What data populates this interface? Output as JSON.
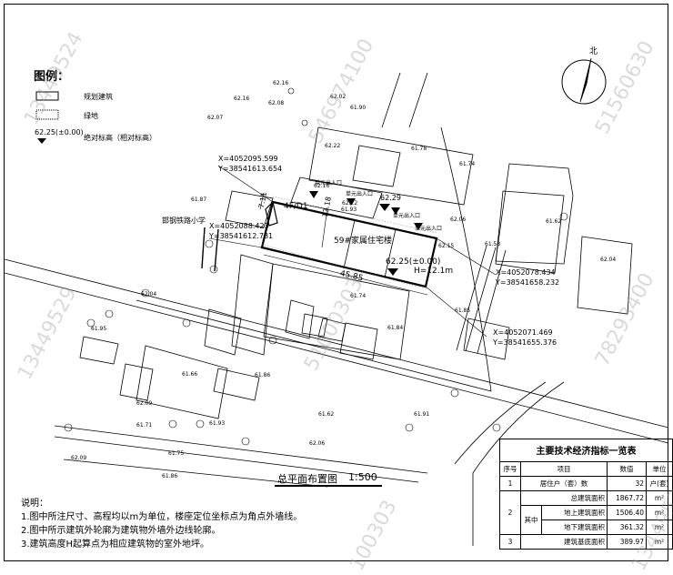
{
  "legend": {
    "title": "图例：",
    "items": [
      {
        "label": "规划建筑"
      },
      {
        "label": "绿地"
      },
      {
        "value": "62.25(±0.00)",
        "label": "绝对标高（相对标高）"
      }
    ]
  },
  "north_label": "北",
  "coords": [
    {
      "x": "X=4052095.599",
      "y": "Y=38541613.654"
    },
    {
      "x": "X=4052088.423",
      "y": "Y=38541612.781"
    },
    {
      "x": "X=4052078.434",
      "y": "Y=38541658.232"
    },
    {
      "x": "X=4052071.469",
      "y": "Y=38541655.376"
    }
  ],
  "building": {
    "name": "59#家属住宅楼",
    "floors": "4F/D1",
    "elevation_main": "62.25(±0.00)",
    "height": "H=12.1m",
    "length": "45.85",
    "width": "13.18",
    "offset": "7.11",
    "entrance_elev": "62.29",
    "school_label": "邯钢铁路小学"
  },
  "entrances": [
    "单元出入口",
    "单元出入口",
    "单元出入口",
    "单元出入口"
  ],
  "spot_elevations": [
    "62.16",
    "62.16",
    "62.07",
    "62.02",
    "61.90",
    "61.87",
    "62.04",
    "62.22",
    "61.78",
    "61.74",
    "61.84",
    "61.86",
    "61.58",
    "61.62",
    "61.91",
    "61.93",
    "62.09",
    "61.71",
    "62.06",
    "61.75",
    "62.04",
    "62.16",
    "62.15",
    "61.93",
    "62.22",
    "61.62",
    "62.09",
    "62.06",
    "61.95",
    "61.66",
    "61.74",
    "62.08",
    "61.86",
    "61.85"
  ],
  "plan_title": "总平面布置图",
  "plan_scale": "1:500",
  "notes": {
    "title": "说明：",
    "lines": [
      "1.图中所注尺寸、高程均以m为单位，楼座定位坐标点为角点外墙线。",
      "2.图中所示建筑外轮廓为建筑物外墙外边线轮廓。",
      "3.建筑高度H起算点为相应建筑物的室外地坪。"
    ]
  },
  "table": {
    "title": "主要技术经济指标一览表",
    "headers": [
      "序号",
      "项目",
      "数值",
      "单位"
    ],
    "rows": [
      {
        "no": "1",
        "item": "居住户（套）数",
        "value": "32",
        "unit": "户(套)"
      },
      {
        "no": "",
        "item": "总建筑面积",
        "value": "1867.72",
        "unit": "m²"
      },
      {
        "no": "2",
        "group": "其中",
        "item": "地上建筑面积",
        "value": "1506.40",
        "unit": "m²"
      },
      {
        "no": "",
        "item": "地下建筑面积",
        "value": "361.32",
        "unit": "m²"
      },
      {
        "no": "3",
        "item": "建筑基底面积",
        "value": "389.97",
        "unit": "m²"
      }
    ]
  },
  "watermarks": [
    "13449524",
    "546974100",
    "51560630",
    "13449529",
    "51000303",
    "78293400",
    "100303",
    "13449529"
  ]
}
